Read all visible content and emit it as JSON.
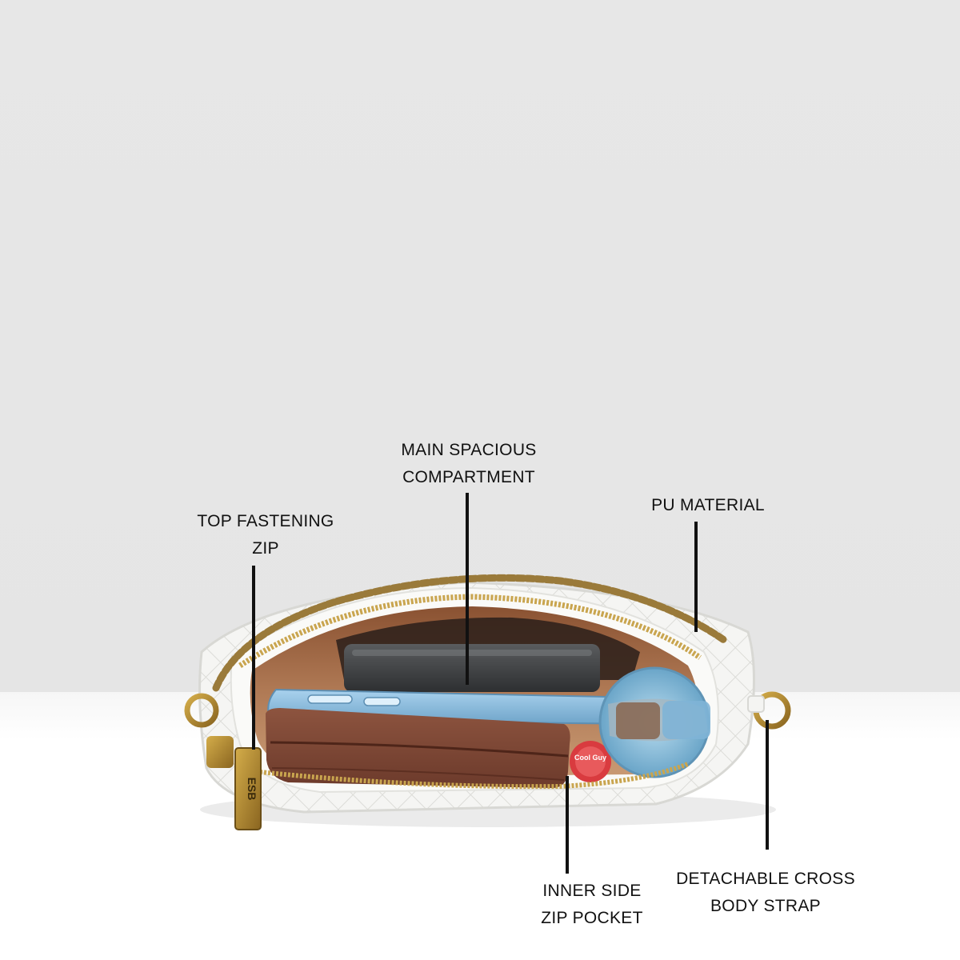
{
  "callouts": {
    "main_compartment": {
      "line1": "MAIN SPACIOUS",
      "line2": "COMPARTMENT"
    },
    "top_zip": {
      "line1": "TOP FASTENING",
      "line2": "ZIP"
    },
    "material": {
      "line1": "PU MATERIAL"
    },
    "inner_pocket": {
      "line1": "INNER SIDE",
      "line2": "ZIP POCKET"
    },
    "strap": {
      "line1": "DETACHABLE CROSS",
      "line2": "BODY STRAP"
    }
  },
  "product": {
    "tag_logo": "ESB",
    "lipbalm_text": "Cool Guy"
  },
  "colors": {
    "background_top": "#e7e7e7",
    "background_bottom": "#ffffff",
    "bag_white": "#f4f4f2",
    "lining_tan": "#a9724c",
    "wallet_brown": "#7b4634",
    "phone_blue": "#8fbede",
    "hardware_gold": "#b0882d",
    "label_text": "#111111"
  }
}
